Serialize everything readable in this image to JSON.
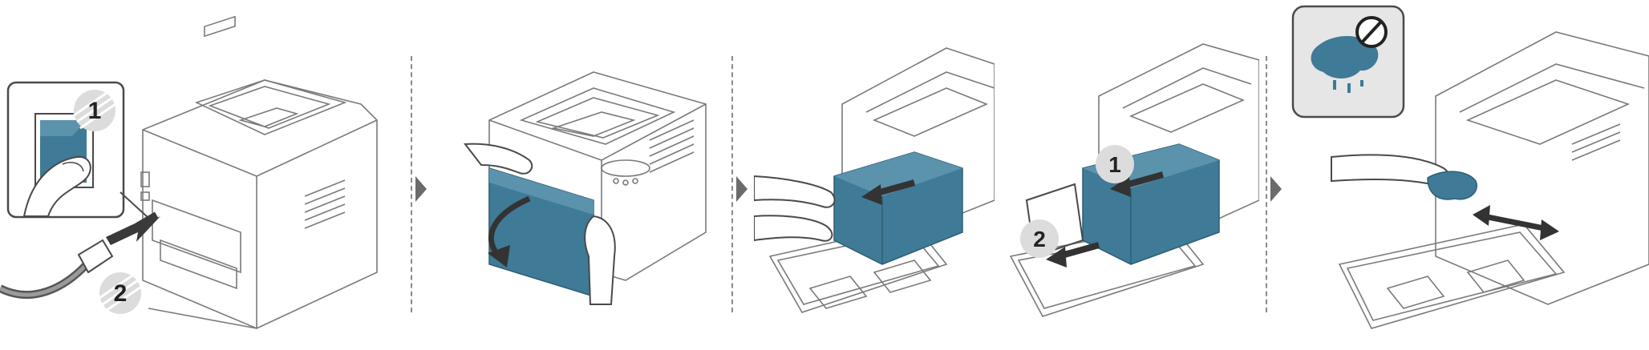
{
  "steps": [
    {
      "labels": [
        "1",
        "2"
      ]
    },
    {
      "labels": []
    },
    {
      "labels": []
    },
    {
      "labels": [
        "1",
        "2"
      ]
    },
    {
      "labels": []
    }
  ],
  "icons": {
    "arrow_separator": "triangle-right-icon",
    "no_water": "prohibited-icon"
  },
  "colors": {
    "accent": "#3f7a96",
    "outline": "#7a7a7a",
    "number_bg": "#dcdcdc"
  }
}
